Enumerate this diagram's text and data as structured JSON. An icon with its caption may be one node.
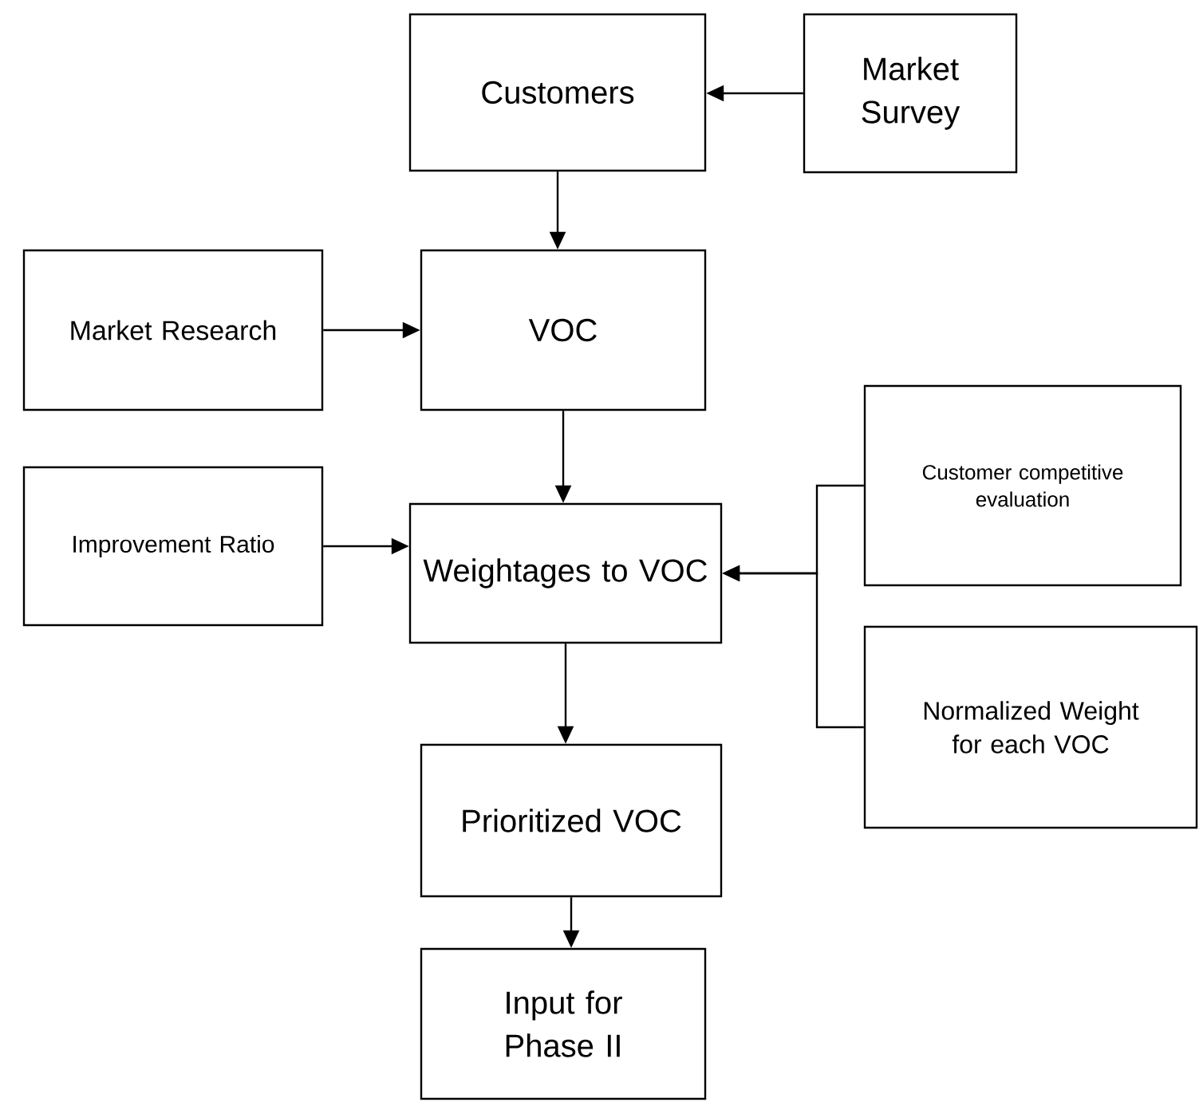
{
  "diagram": {
    "nodes": [
      {
        "text": [
          "Customers"
        ]
      },
      {
        "text": [
          "Market Survey"
        ]
      },
      {
        "text": [
          "Market Research"
        ]
      },
      {
        "text": [
          "VOC"
        ]
      },
      {
        "text": [
          "Improvement Ratio"
        ]
      },
      {
        "text": [
          "Weightages to VOC"
        ]
      },
      {
        "text": [
          "Customer competitive evaluation"
        ]
      },
      {
        "text": [
          "Normalized Weight for each VOC"
        ]
      },
      {
        "text": [
          "Prioritized VOC"
        ]
      },
      {
        "text": [
          "Input for Phase II"
        ]
      }
    ],
    "edges": [
      {
        "from": 1,
        "to": 0,
        "arrow": "to"
      },
      {
        "from": 0,
        "to": 3,
        "arrow": "to"
      },
      {
        "from": 2,
        "to": 3,
        "arrow": "to"
      },
      {
        "from": 3,
        "to": 5,
        "arrow": "to"
      },
      {
        "from": 4,
        "to": 5,
        "arrow": "to"
      },
      {
        "from": 6,
        "to": 5,
        "arrow": "to"
      },
      {
        "from": 7,
        "to": 5,
        "arrow": "to"
      },
      {
        "from": 5,
        "to": 8,
        "arrow": "to"
      },
      {
        "from": 8,
        "to": 9,
        "arrow": "to"
      }
    ]
  }
}
